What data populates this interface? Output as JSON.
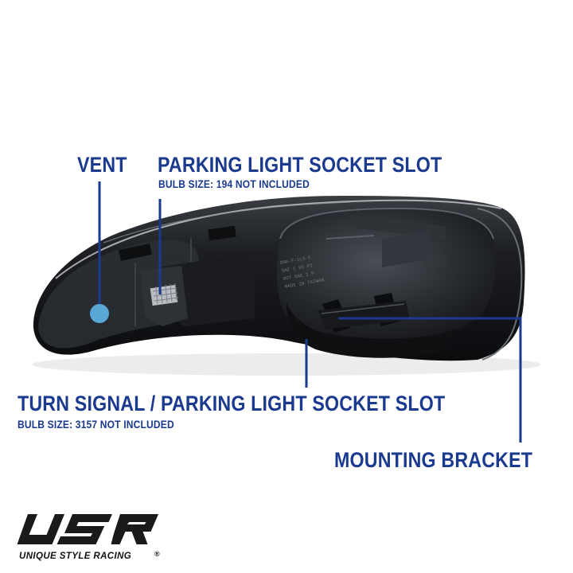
{
  "callouts": {
    "vent": {
      "title": "VENT"
    },
    "parking_slot": {
      "title": "PARKING LIGHT SOCKET SLOT",
      "subtitle": "BULB SIZE: 194 NOT INCLUDED"
    },
    "turn_signal_slot": {
      "title": "TURN SIGNAL / PARKING LIGHT SOCKET SLOT",
      "subtitle": "BULB SIZE: 3157 NOT INCLUDED"
    },
    "mounting_bracket": {
      "title": "MOUNTING BRACKET"
    }
  },
  "brand": {
    "logo_letters": "USR",
    "name": "UNIQUE STYLE RACING",
    "registered_mark": "®"
  },
  "colors": {
    "label_blue": "#1a3a8f",
    "vent_dot": "#5aa6d6",
    "lamp_body": "#141414",
    "background": "#ffffff"
  }
}
